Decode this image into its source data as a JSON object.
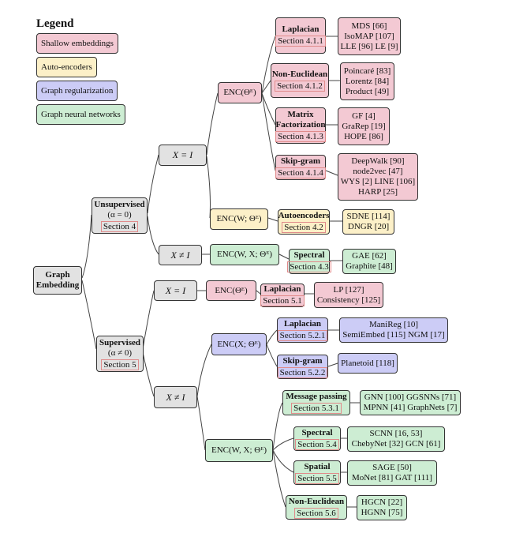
{
  "legend": {
    "title": "Legend",
    "items": [
      {
        "label": "Shallow embeddings",
        "color": "#f3c9d3"
      },
      {
        "label": "Auto-encoders",
        "color": "#fcf0c8"
      },
      {
        "label": "Graph regularization",
        "color": "#ccccf6"
      },
      {
        "label": "Graph neural networks",
        "color": "#cdedd3"
      }
    ]
  },
  "root": {
    "line1": "Graph",
    "line2": "Embedding"
  },
  "unsupervised": {
    "title": "Unsupervised",
    "cond": "(α = 0)",
    "section": "Section 4"
  },
  "supervised": {
    "title": "Supervised",
    "cond": "(α ≠ 0)",
    "section": "Section 5"
  },
  "conditions": {
    "u_eq": "X = I",
    "u_neq": "X ≠ I",
    "s_eq": "X = I",
    "s_neq": "X ≠ I"
  },
  "encoders": {
    "u_shallow": "ENC(Θᴱ)",
    "u_ae": "ENC(W; Θᴱ)",
    "u_spectral": "ENC(W, X; Θᴱ)",
    "s_shallow": "ENC(Θᴱ)",
    "s_reg": "ENC(X; Θᴱ)",
    "s_gnn": "ENC(W, X; Θᴱ)"
  },
  "methods": {
    "laplacian_u": {
      "title": "Laplacian",
      "section": "Section 4.1.1",
      "refs": [
        "MDS [66]",
        "IsoMAP [107]",
        "LLE [96] LE [9]"
      ]
    },
    "non_euclid_u": {
      "title": "Non-Euclidean",
      "section": "Section 4.1.2",
      "refs": [
        "Poincaré [83]",
        "Lorentz [84]",
        "Product [49]"
      ]
    },
    "matrix_fact": {
      "title1": "Matrix",
      "title2": "Factorization",
      "section": "Section 4.1.3",
      "refs": [
        "GF [4]",
        "GraRep [19]",
        "HOPE [86]"
      ]
    },
    "skipgram_u": {
      "title": "Skip-gram",
      "section": "Section 4.1.4",
      "refs": [
        "DeepWalk [90]",
        "node2vec [47]",
        "WYS [2] LINE [106]",
        "HARP [25]"
      ]
    },
    "autoencoders": {
      "title": "Autoencoders",
      "section": "Section 4.2",
      "refs": [
        "SDNE [114]",
        "DNGR [20]"
      ]
    },
    "spectral_u": {
      "title": "Spectral",
      "section": "Section 4.3",
      "refs": [
        "GAE [62]",
        "Graphite [48]"
      ]
    },
    "laplacian_s": {
      "title": "Laplacian",
      "section": "Section 5.1",
      "refs": [
        "LP [127]",
        "Consistency [125]"
      ]
    },
    "laplacian_reg": {
      "title": "Laplacian",
      "section": "Section 5.2.1",
      "refs": [
        "ManiReg [10]",
        "SemiEmbed [115] NGM [17]"
      ]
    },
    "skipgram_reg": {
      "title": "Skip-gram",
      "section": "Section 5.2.2",
      "refs": [
        "Planetoid [118]"
      ]
    },
    "message_passing": {
      "title": "Message passing",
      "section": "Section 5.3.1",
      "refs": [
        "GNN [100] GGSNNs [71]",
        "MPNN [41] GraphNets [7]"
      ]
    },
    "spectral_s": {
      "title": "Spectral",
      "section": "Section 5.4",
      "refs": [
        "SCNN [16, 53]",
        "ChebyNet [32] GCN [61]"
      ]
    },
    "spatial": {
      "title": "Spatial",
      "section": "Section 5.5",
      "refs": [
        "SAGE [50]",
        "MoNet [81] GAT [111]"
      ]
    },
    "non_euclid_s": {
      "title": "Non-Euclidean",
      "section": "Section 5.6",
      "refs": [
        "HGCN [22]",
        "HGNN [75]"
      ]
    }
  }
}
